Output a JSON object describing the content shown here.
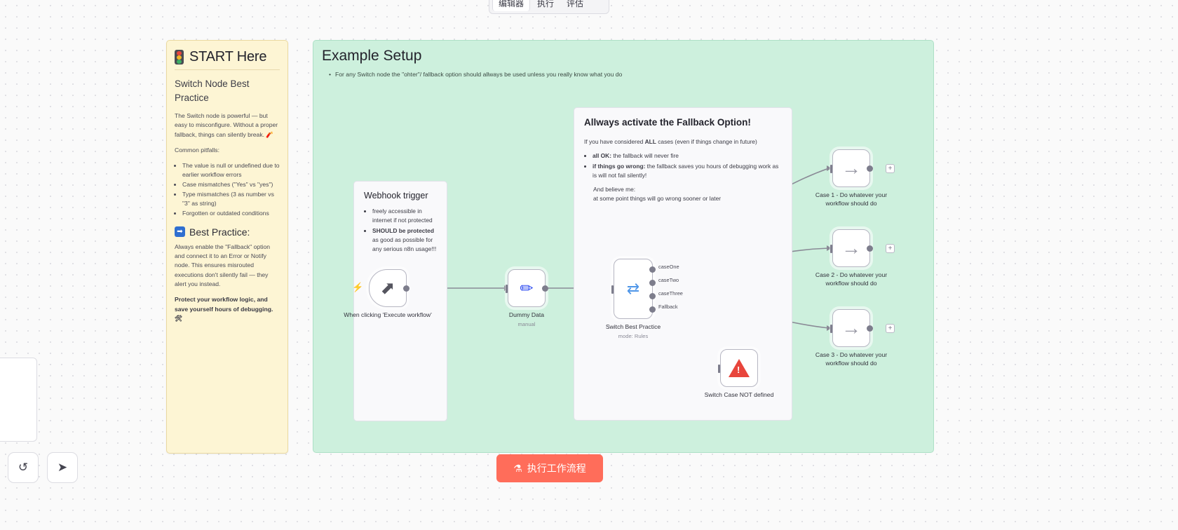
{
  "topbar": {
    "tabs": [
      {
        "label": "编辑器",
        "active": true
      },
      {
        "label": "执行",
        "active": false
      },
      {
        "label": "评估",
        "active": false
      }
    ]
  },
  "sticky_yellow": {
    "title": "START Here",
    "icon": "traffic-light-icon",
    "heading": "Switch Node Best Practice",
    "intro": "The Switch node is powerful — but easy to misconfigure. Without a proper fallback, things can silently break. 🧨",
    "pitfalls_label": "Common pitfalls:",
    "pitfalls": [
      "The value is null or undefined due to earlier workflow errors",
      "Case mismatches (\"Yes\" vs \"yes\")",
      "Type mismatches (3 as number vs \"3\" as string)",
      "Forgotten or outdated conditions"
    ],
    "best_practice_title": "Best Practice:",
    "best_practice_icon": "arrow-right-box-icon",
    "best_practice_body": "Always enable the \"Fallback\" option and connect it to an Error or Notify node. This ensures misrouted executions don't silently fail — they alert you instead.",
    "closing": "Protect your workflow logic, and save yourself hours of debugging. 🛠"
  },
  "canvas": {
    "title": "Example Setup",
    "note": "For any Switch node the \"ohter\"/ fallback option should allways be used unless you really know what you do"
  },
  "note_webhook": {
    "title": "Webhook trigger",
    "bullets": [
      {
        "bold": "",
        "text": "freely accessible in internet if not protected"
      },
      {
        "bold": "SHOULD be protected",
        "text": " as good as possible for any serious n8n usage!!!"
      }
    ]
  },
  "note_fallback": {
    "title": "Allways activate the Fallback Option!",
    "lead_pre": "If you have considered ",
    "lead_bold": "ALL",
    "lead_post": " cases (even if things change in future)",
    "bullets": [
      {
        "bold": "all OK:",
        "text": " the fallback will never fire"
      },
      {
        "bold": "if things go wrong:",
        "text": " the fallback saves you hours of debugging work as is will not fail silently!"
      }
    ],
    "closing_line1": "And believe me:",
    "closing_line2": "at some point things will go wrong sooner or later"
  },
  "nodes": {
    "trigger": {
      "label": "When clicking 'Execute workflow'",
      "sub": "",
      "icon": "cursor-icon"
    },
    "dummy": {
      "label": "Dummy Data",
      "sub": "manual",
      "icon": "pencil-icon"
    },
    "switch": {
      "label": "Switch Best Practice",
      "sub": "mode: Rules",
      "icon": "switch-icon",
      "outputs": [
        "caseOne",
        "caseTwo",
        "caseThree",
        "Fallback"
      ]
    },
    "case1": {
      "label": "Case 1 - Do whatever your workflow should do",
      "sub": "",
      "icon": "arrow-right-icon"
    },
    "case2": {
      "label": "Case 2 - Do whatever your workflow should do",
      "sub": "",
      "icon": "arrow-right-icon"
    },
    "case3": {
      "label": "Case 3 - Do whatever your workflow should do",
      "sub": "",
      "icon": "arrow-right-icon"
    },
    "notdef": {
      "label": "Switch Case NOT defined",
      "sub": "",
      "icon": "warning-icon"
    }
  },
  "buttons": {
    "execute": "执行工作流程",
    "execute_icon": "flask-icon",
    "undo_icon": "undo-icon",
    "pointer_icon": "pointer-tool-icon",
    "add_icon": "+"
  },
  "colors": {
    "accent": "#ff6d5a",
    "canvas": "#cdf0dd",
    "sticky": "#fdf5d4"
  }
}
